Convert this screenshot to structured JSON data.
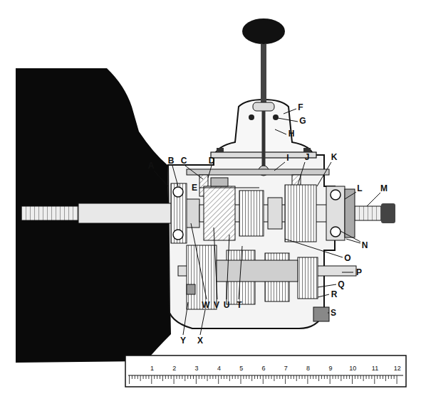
{
  "diagram": {
    "labels": [
      "A",
      "B",
      "C",
      "D",
      "E",
      "F",
      "G",
      "H",
      "I",
      "J",
      "K",
      "L",
      "M",
      "N",
      "O",
      "P",
      "Q",
      "R",
      "S",
      "T",
      "U",
      "V",
      "W",
      "X",
      "Y",
      "1",
      "2",
      "3",
      "4",
      "5",
      "6",
      "7",
      "8",
      "9",
      "10",
      "11",
      "12"
    ]
  }
}
